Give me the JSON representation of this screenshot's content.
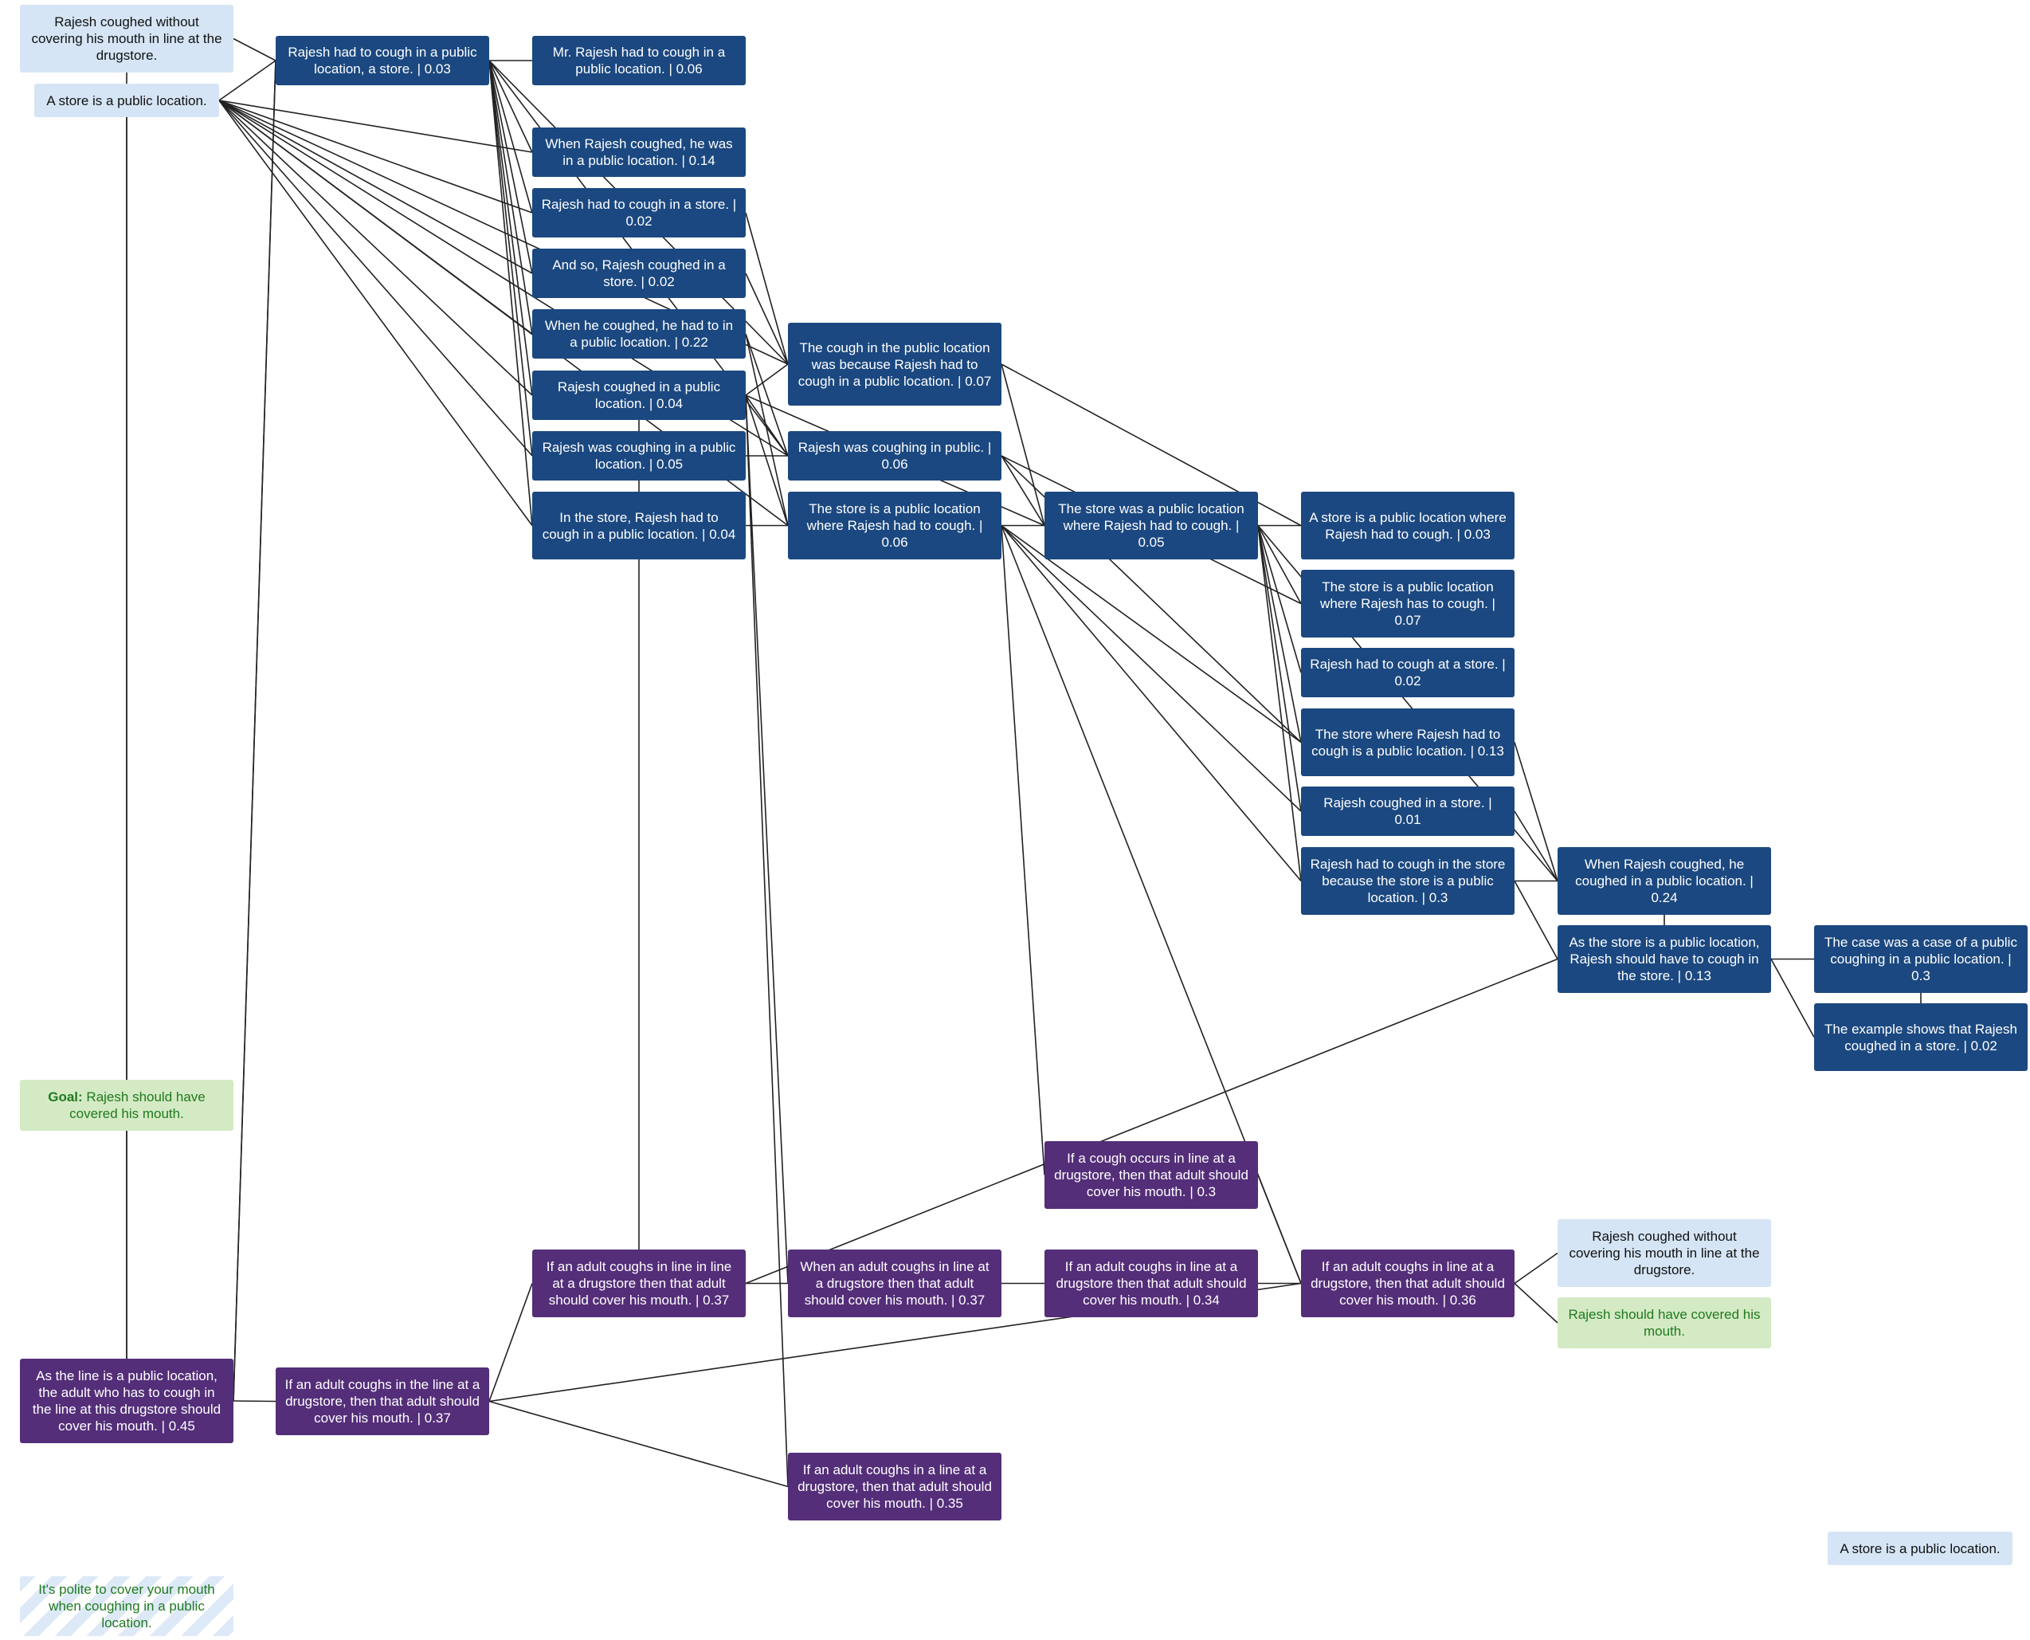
{
  "nodes": {
    "p_drug": "Rajesh coughed without covering his mouth in line at the drugstore.",
    "p_store": "A store is a public location.",
    "goal_label": "Goal:",
    "goal_text": "Rajesh should have covered his mouth.",
    "n_a": "Rajesh had to cough in a public location, a store. | 0.03",
    "n_b": "Mr. Rajesh had to cough in a public location. | 0.06",
    "n_c": "When Rajesh coughed, he was in a public location. | 0.14",
    "n_d": "Rajesh had to cough in a store. | 0.02",
    "n_e": "And so, Rajesh coughed in a store. | 0.02",
    "n_f": "When he coughed, he had to in a public location. | 0.22",
    "n_g": "Rajesh coughed in a public location. | 0.04",
    "n_h": "Rajesh was coughing in a public location. | 0.05",
    "n_i": "In the store, Rajesh had to cough in a public location. | 0.04",
    "n_j": "The cough in the public location was because Rajesh had to cough in a public location. | 0.07",
    "n_k": "Rajesh was coughing in public. | 0.06",
    "n_l": "The store is a public location where Rajesh had to cough. | 0.06",
    "n_m": "The store was a public location where Rajesh had to cough. | 0.05",
    "n_n": "A store is a public location where Rajesh had to cough. | 0.03",
    "n_o": "The store is a public location where Rajesh has to cough. | 0.07",
    "n_p": "Rajesh had to cough at a store. | 0.02",
    "n_q": "The store where Rajesh had to cough is a public location. | 0.13",
    "n_r": "Rajesh coughed in a store. | 0.01",
    "n_s": "Rajesh had to cough in the store because the store is a public location. | 0.3",
    "n_t": "When Rajesh coughed, he coughed in a public location. | 0.24",
    "n_u": "As the store is a public location, Rajesh should have to cough in the store. | 0.13",
    "n_v": "The case was a case of a public coughing in a public location. | 0.3",
    "n_w": "The example shows that Rajesh coughed in a store. | 0.02",
    "q_a": "If a cough occurs in line at a drugstore, then that adult should cover his mouth. | 0.3",
    "q_b": "If an adult coughs in line in line at a drugstore then that adult should cover his mouth. | 0.37",
    "q_c": "When an adult coughs in line at a drugstore then that adult should cover his mouth. | 0.37",
    "q_d": "If an adult coughs in line at a drugstore then that adult should cover his mouth. | 0.34",
    "q_e": "If an adult coughs in line at a drugstore, then that adult should cover his mouth. | 0.36",
    "q_f": "As the line is a public location, the adult who has to cough in the line at this drugstore should cover his mouth. | 0.45",
    "q_g": "If an adult coughs in the line at a drugstore, then that adult should cover his mouth. | 0.37",
    "q_h": "If an adult coughs in a line at a drugstore, then that adult should cover his mouth. | 0.35",
    "r_drug": "Rajesh coughed without covering his mouth in line at the drugstore.",
    "r_goal": "Rajesh should have covered his mouth.",
    "r_store": "A store is a public location.",
    "r_polite": "It's polite to cover your mouth when coughing in a public location."
  },
  "edges": [
    [
      "p_drug",
      "n_a"
    ],
    [
      "p_store",
      "n_a"
    ],
    [
      "p_store",
      "n_c"
    ],
    [
      "p_store",
      "n_d"
    ],
    [
      "p_store",
      "n_e"
    ],
    [
      "p_store",
      "n_f"
    ],
    [
      "p_store",
      "n_g"
    ],
    [
      "p_store",
      "n_h"
    ],
    [
      "p_store",
      "n_i"
    ],
    [
      "p_store",
      "n_j"
    ],
    [
      "p_store",
      "n_k"
    ],
    [
      "p_store",
      "n_l"
    ],
    [
      "p_store",
      "q_f"
    ],
    [
      "n_a",
      "n_b"
    ],
    [
      "n_a",
      "n_c"
    ],
    [
      "n_a",
      "n_d"
    ],
    [
      "n_a",
      "n_e"
    ],
    [
      "n_a",
      "n_f"
    ],
    [
      "n_a",
      "n_g"
    ],
    [
      "n_a",
      "n_h"
    ],
    [
      "n_a",
      "n_i"
    ],
    [
      "n_a",
      "n_j"
    ],
    [
      "n_a",
      "n_k"
    ],
    [
      "n_a",
      "q_f"
    ],
    [
      "p_drug",
      "q_f"
    ],
    [
      "n_d",
      "n_j"
    ],
    [
      "n_e",
      "n_j"
    ],
    [
      "n_f",
      "n_k"
    ],
    [
      "n_f",
      "n_l"
    ],
    [
      "n_g",
      "n_j"
    ],
    [
      "n_g",
      "n_k"
    ],
    [
      "n_g",
      "n_l"
    ],
    [
      "n_g",
      "n_m"
    ],
    [
      "n_g",
      "q_c"
    ],
    [
      "n_g",
      "q_h"
    ],
    [
      "n_g",
      "q_b"
    ],
    [
      "n_h",
      "n_k"
    ],
    [
      "n_i",
      "n_l"
    ],
    [
      "n_j",
      "n_m"
    ],
    [
      "n_j",
      "n_n"
    ],
    [
      "n_k",
      "n_m"
    ],
    [
      "n_k",
      "n_o"
    ],
    [
      "n_k",
      "n_q"
    ],
    [
      "n_l",
      "n_m"
    ],
    [
      "n_l",
      "n_q"
    ],
    [
      "n_l",
      "n_s"
    ],
    [
      "n_l",
      "n_r"
    ],
    [
      "n_l",
      "q_a"
    ],
    [
      "n_l",
      "q_e"
    ],
    [
      "n_m",
      "n_n"
    ],
    [
      "n_m",
      "n_o"
    ],
    [
      "n_m",
      "n_p"
    ],
    [
      "n_m",
      "n_q"
    ],
    [
      "n_m",
      "n_r"
    ],
    [
      "n_m",
      "n_s"
    ],
    [
      "n_m",
      "n_t"
    ],
    [
      "n_q",
      "n_t"
    ],
    [
      "n_r",
      "n_t"
    ],
    [
      "n_s",
      "n_t"
    ],
    [
      "n_s",
      "n_u"
    ],
    [
      "n_t",
      "n_u"
    ],
    [
      "n_u",
      "n_v"
    ],
    [
      "n_u",
      "n_w"
    ],
    [
      "n_v",
      "n_w"
    ],
    [
      "n_u",
      "q_b"
    ],
    [
      "q_a",
      "q_e"
    ],
    [
      "q_b",
      "q_c"
    ],
    [
      "q_c",
      "q_d"
    ],
    [
      "q_d",
      "q_e"
    ],
    [
      "q_e",
      "r_drug"
    ],
    [
      "q_e",
      "r_goal"
    ],
    [
      "q_f",
      "q_g"
    ],
    [
      "q_g",
      "q_b"
    ],
    [
      "q_g",
      "q_h"
    ],
    [
      "q_g",
      "q_e"
    ],
    [
      "q_f",
      "n_a"
    ]
  ]
}
